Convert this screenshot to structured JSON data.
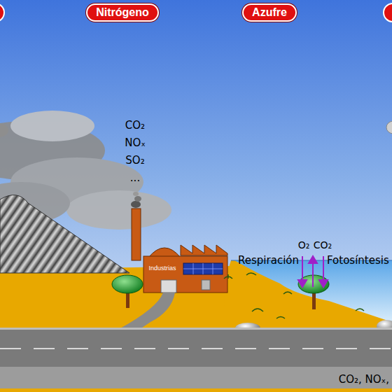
{
  "diagram": {
    "nodes": [
      {
        "text": [
          "Nitrógeno"
        ]
      },
      {
        "text": [
          "Azufre"
        ]
      },
      {
        "text": [
          "Industrias"
        ]
      }
    ],
    "labels": [
      "CO₂",
      "NOₓ",
      "SO₂",
      "...",
      "O₂",
      "CO₂",
      "Respiración",
      "Fotosíntesis",
      "CO₂, NOₓ,"
    ]
  }
}
